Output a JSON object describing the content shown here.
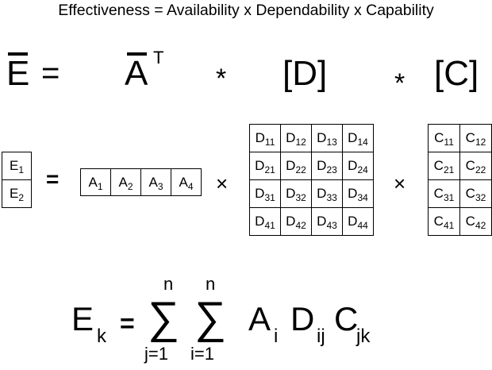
{
  "title": "Effectiveness = Availability x Dependability x Capability",
  "vector_formula": {
    "e": "E",
    "equals": "=",
    "a": "A",
    "transpose": "T",
    "star1": "*",
    "d": "[D]",
    "star2": "*",
    "c": "[C]"
  },
  "matrix_expansion": {
    "e_vector": [
      [
        "E",
        "1"
      ],
      [
        "E",
        "2"
      ]
    ],
    "equals": "=",
    "a_vector": [
      [
        "A",
        "1"
      ],
      [
        "A",
        "2"
      ],
      [
        "A",
        "3"
      ],
      [
        "A",
        "4"
      ]
    ],
    "times1": "×",
    "d_matrix": [
      [
        [
          "D",
          "11"
        ],
        [
          "D",
          "12"
        ],
        [
          "D",
          "13"
        ],
        [
          "D",
          "14"
        ]
      ],
      [
        [
          "D",
          "21"
        ],
        [
          "D",
          "22"
        ],
        [
          "D",
          "23"
        ],
        [
          "D",
          "24"
        ]
      ],
      [
        [
          "D",
          "31"
        ],
        [
          "D",
          "32"
        ],
        [
          "D",
          "33"
        ],
        [
          "D",
          "34"
        ]
      ],
      [
        [
          "D",
          "41"
        ],
        [
          "D",
          "42"
        ],
        [
          "D",
          "43"
        ],
        [
          "D",
          "44"
        ]
      ]
    ],
    "times2": "×",
    "c_matrix": [
      [
        [
          "C",
          "11"
        ],
        [
          "C",
          "12"
        ]
      ],
      [
        [
          "C",
          "21"
        ],
        [
          "C",
          "22"
        ]
      ],
      [
        [
          "C",
          "31"
        ],
        [
          "C",
          "32"
        ]
      ],
      [
        [
          "C",
          "41"
        ],
        [
          "C",
          "42"
        ]
      ]
    ]
  },
  "sum_formula": {
    "lhs": "E",
    "lhs_sub": "k",
    "equals": "=",
    "sigma": "∑",
    "upper1": "n",
    "lower1": "j=1",
    "upper2": "n",
    "lower2": "i=1",
    "a": "A",
    "a_sub": "i",
    "d": "D",
    "d_sub": "ij",
    "c": "C",
    "c_sub": "jk"
  }
}
